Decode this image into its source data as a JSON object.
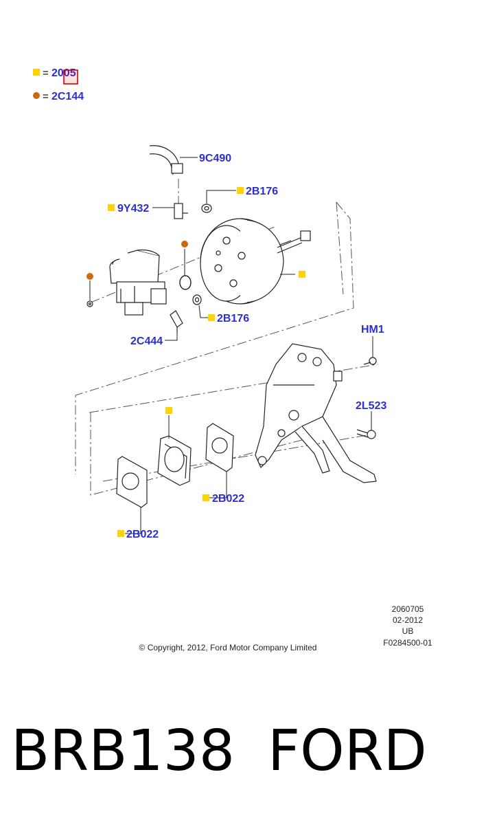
{
  "legend": [
    {
      "symbol": "square",
      "eq": "=",
      "code": "2005"
    },
    {
      "symbol": "circle",
      "eq": "=",
      "code": "2C144"
    }
  ],
  "callouts": {
    "c9c490": "9C490",
    "c2b176_top": "2B176",
    "c9y432": "9Y432",
    "c2b176_mid": "2B176",
    "c2c444": "2C444",
    "chm1": "HM1",
    "c2l523": "2L523",
    "c2b022_right": "2B022",
    "c2b022_left": "2B022"
  },
  "meta": {
    "code1": "2060705",
    "date": "02-2012",
    "region": "UB",
    "ref": "F0284500-01",
    "copyright": "© Copyright, 2012, Ford Motor Company Limited"
  },
  "footer": {
    "part_number": "BRB138",
    "brand": "FORD"
  },
  "colors": {
    "label_blue": "#2e2ed0",
    "square_yellow": "#ffd200",
    "circle_orange": "#cc6a10",
    "highlight_red": "#d40000"
  }
}
